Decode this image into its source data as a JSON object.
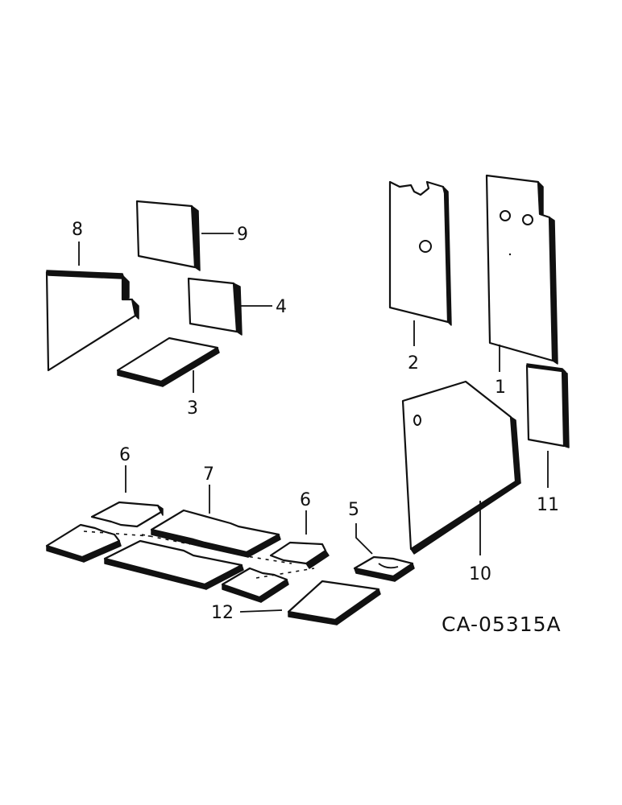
{
  "diagram": {
    "code": "CA-05315A",
    "callouts": {
      "c1": "1",
      "c2": "2",
      "c3": "3",
      "c4": "4",
      "c5": "5",
      "c6a": "6",
      "c6b": "6",
      "c7": "7",
      "c8": "8",
      "c9": "9",
      "c10": "10",
      "c11": "11",
      "c12": "12"
    }
  }
}
